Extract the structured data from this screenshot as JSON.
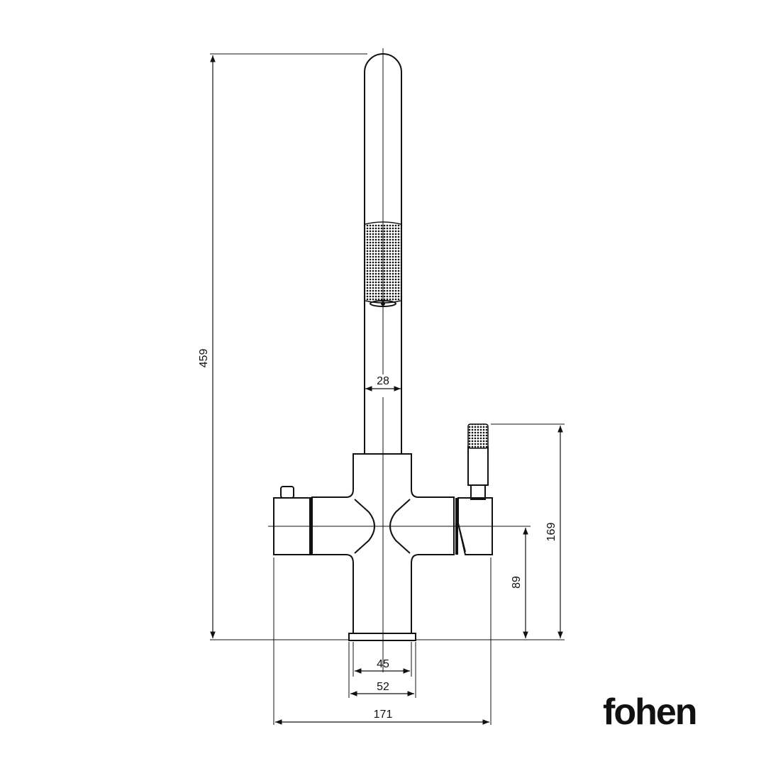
{
  "brand": {
    "name": "fohen"
  },
  "dimensions": {
    "total_height": "459",
    "spout_diameter": "28",
    "lever_height": "169",
    "body_height": "89",
    "base_inner": "45",
    "base_outer": "52",
    "total_width": "171"
  },
  "colors": {
    "line": "#111111",
    "background": "#ffffff"
  }
}
